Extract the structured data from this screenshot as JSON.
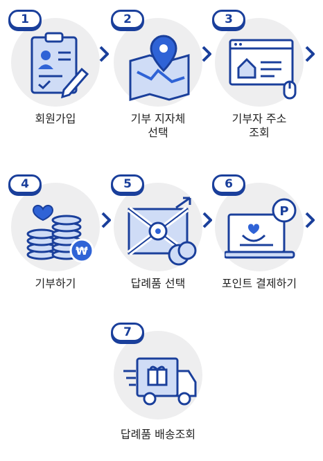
{
  "steps": [
    {
      "number": "1",
      "label": "회원가입",
      "icon": "signup-clipboard-icon"
    },
    {
      "number": "2",
      "label": "기부 지자체\n선택",
      "icon": "map-pin-icon"
    },
    {
      "number": "3",
      "label": "기부자 주소\n조회",
      "icon": "address-search-icon"
    },
    {
      "number": "4",
      "label": "기부하기",
      "icon": "coins-won-icon"
    },
    {
      "number": "5",
      "label": "답례품 선택",
      "icon": "gift-box-icon"
    },
    {
      "number": "6",
      "label": "포인트 결제하기",
      "icon": "point-payment-icon"
    },
    {
      "number": "7",
      "label": "답례품 배송조회",
      "icon": "delivery-truck-icon"
    }
  ],
  "colors": {
    "accent": "#1a3f9b",
    "icon_fill": "#2f63d6",
    "light": "#cfdcf6",
    "circle": "#eeeeef"
  }
}
